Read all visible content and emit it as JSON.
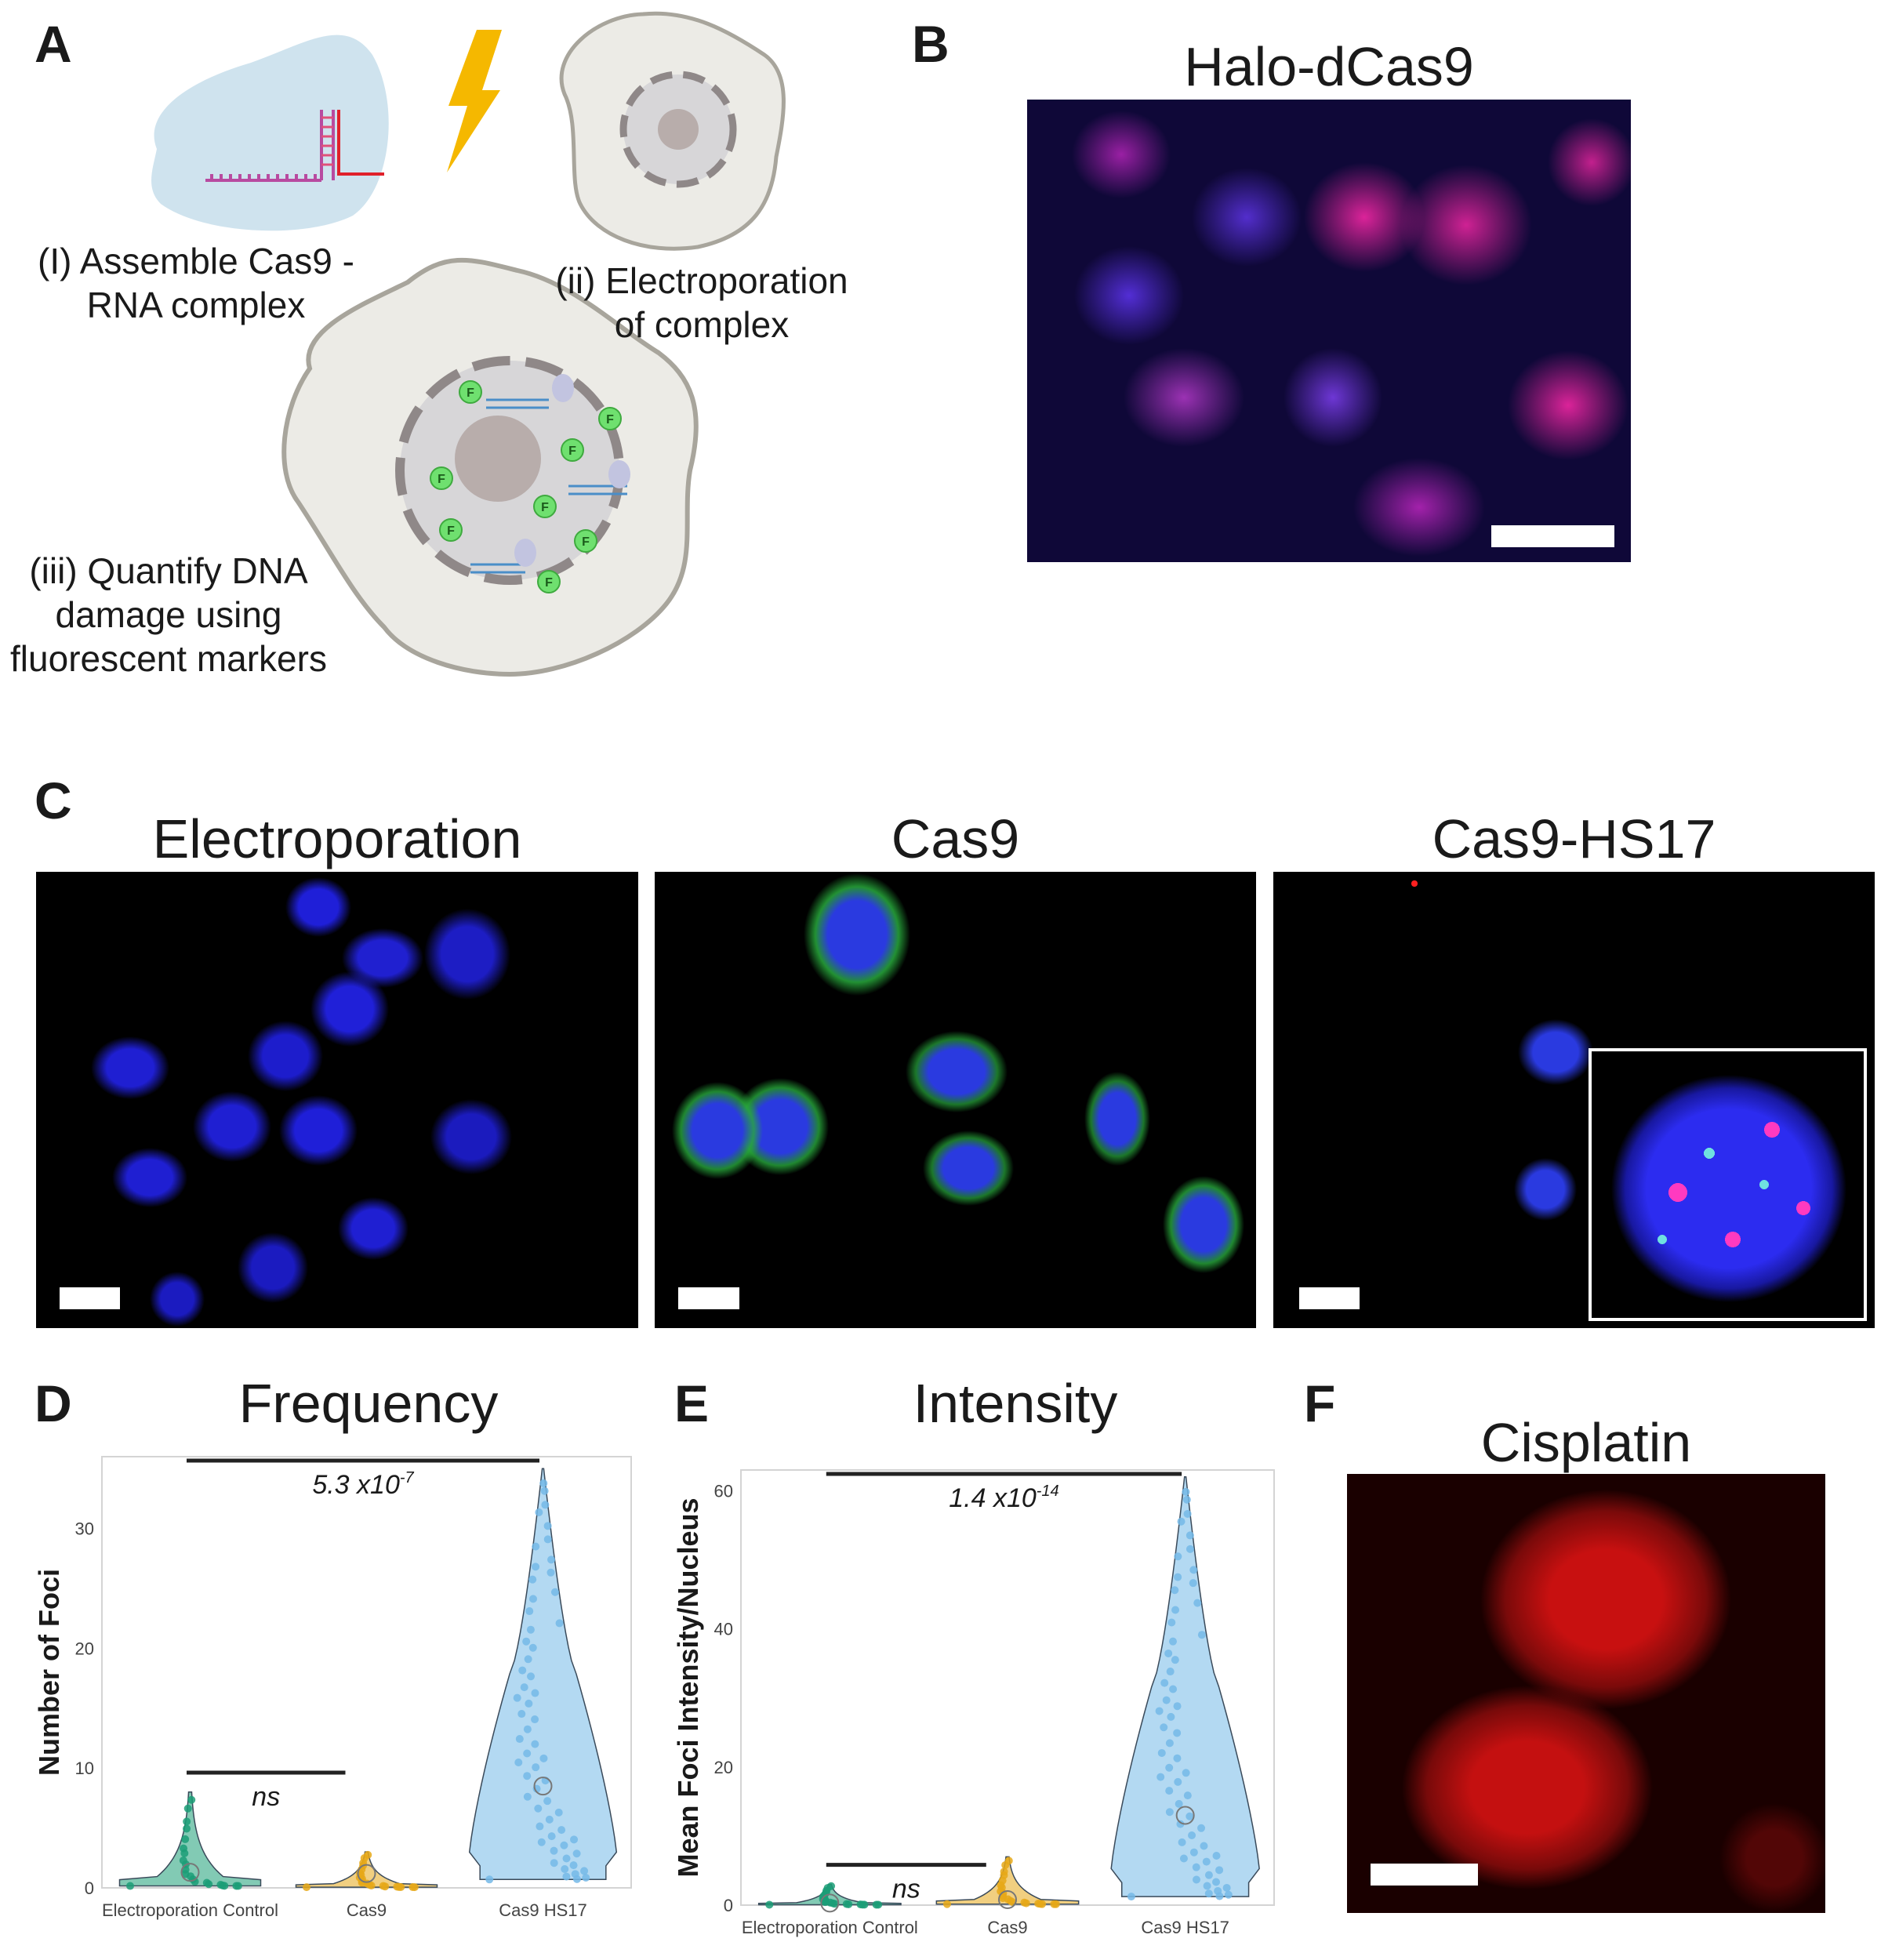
{
  "panel_labels": {
    "a": "A",
    "b": "B",
    "c": "C",
    "d": "D",
    "e": "E",
    "f": "F"
  },
  "panel_a": {
    "icons": [
      "cas9-rna-complex-icon",
      "lightning-bolt-icon",
      "cell-icon",
      "nucleus-icon",
      "fluorescent-marker-icon"
    ],
    "step1": "(I) Assemble Cas9 - RNA complex",
    "step2": "(ii) Electroporation of complex",
    "step3": "(iii) Quantify DNA damage using fluorescent markers",
    "marker_letter": "F"
  },
  "panel_b": {
    "title": "Halo-dCas9"
  },
  "panel_c": {
    "titles": [
      "Electroporation",
      "Cas9",
      "Cas9-HS17"
    ]
  },
  "panel_f": {
    "title": "Cisplatin"
  },
  "colors": {
    "electroporation": "#1b9e77",
    "cas9": "#e6a817",
    "cas9_hs17": "#74b9e8",
    "dapi_blue": "#2a2aff",
    "halo_magenta": "#ff2aa0",
    "cisplatin_red": "#e01010"
  },
  "chart_data": [
    {
      "type": "violin",
      "panel": "D",
      "title": "Frequency",
      "xlabel": "",
      "ylabel": "Number of Foci",
      "categories": [
        "Electroporation Control",
        "Cas9",
        "Cas9 HS17"
      ],
      "yticks": [
        0,
        10,
        20,
        30
      ],
      "ylim": [
        0,
        36
      ],
      "means": [
        1.3,
        1.2,
        8.5
      ],
      "max": [
        8,
        3,
        35
      ],
      "annotations": [
        {
          "text": "5.3 x10",
          "sup": "-7",
          "from": "Electroporation Control",
          "to": "Cas9 HS17"
        },
        {
          "text": "ns",
          "sup": "",
          "from": "Electroporation Control",
          "to": "Cas9"
        }
      ]
    },
    {
      "type": "violin",
      "panel": "E",
      "title": "Intensity",
      "xlabel": "",
      "ylabel": "Mean Foci Intensity/Nucleus",
      "categories": [
        "Electroporation Control",
        "Cas9",
        "Cas9 HS17"
      ],
      "yticks": [
        0,
        20,
        40,
        60
      ],
      "ylim": [
        0,
        63
      ],
      "means": [
        0.3,
        0.8,
        13
      ],
      "max": [
        3,
        7,
        62
      ],
      "annotations": [
        {
          "text": "1.4 x10",
          "sup": "-14",
          "from": "Electroporation Control",
          "to": "Cas9 HS17"
        },
        {
          "text": "ns",
          "sup": "",
          "from": "Electroporation Control",
          "to": "Cas9"
        }
      ]
    }
  ]
}
